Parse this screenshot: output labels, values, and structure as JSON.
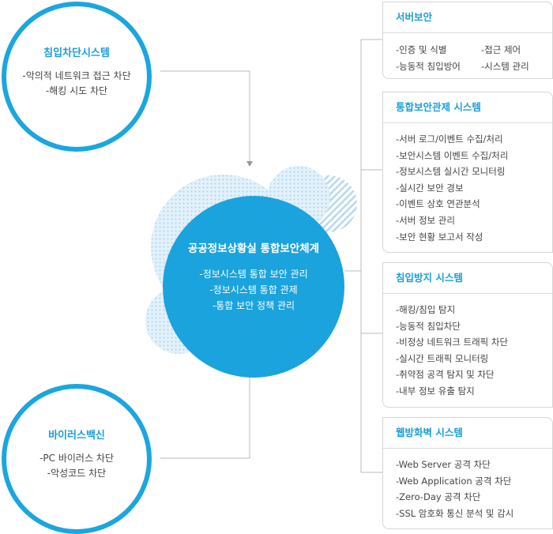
{
  "center": {
    "title": "공공정보상황실 통합보안체계",
    "items": [
      "-정보시스템 통합 보안 관리",
      "-정보시스템 통합 관제",
      "-통합 보안 정책 관리"
    ]
  },
  "top_left": {
    "title": "침입차단시스템",
    "items": [
      "-악의적 네트워크 접근 차단",
      "-해킹 시도 차단"
    ]
  },
  "bottom_left": {
    "title": "바이러스백신",
    "items": [
      "-PC 바이러스 차단",
      "-악성코드 차단"
    ]
  },
  "panels": [
    {
      "title": "서버보안",
      "items": [
        "-인증 및 식별",
        "-접근 제어",
        "-능동적 침입방어",
        "-시스템 관리"
      ]
    },
    {
      "title": "통합보안관제 시스템",
      "items": [
        "-서버 로그/이벤트 수집/처리",
        "-보안시스템 이벤트 수집/처리",
        "-정보시스템 실시간 모니터링",
        "-실시간 보안 경보",
        "-이벤트 상호 연관분석",
        "-서버 정보 관리",
        "-보안 현황 보고서 작성"
      ]
    },
    {
      "title": "침입방지 시스템",
      "items": [
        "-해킹/침입 탐지",
        "-능동적 침입차단",
        "-비정상 네트워크 트래픽 차단",
        "-실시간 트래픽 모니터링",
        "-취약점 공격 탐지 및 차단",
        "-내부 정보 유출 탐지"
      ]
    },
    {
      "title": "웹방화벽 시스템",
      "items": [
        "-Web Server 공격 차단",
        "-Web Application 공격 차단",
        "-Zero-Day 공격 차단",
        "-SSL 암호화 통신 분석 및 감시"
      ]
    }
  ],
  "colors": {
    "accent": "#1ba6df",
    "light": "#d6ecf8",
    "line": "#bbbbbb"
  }
}
